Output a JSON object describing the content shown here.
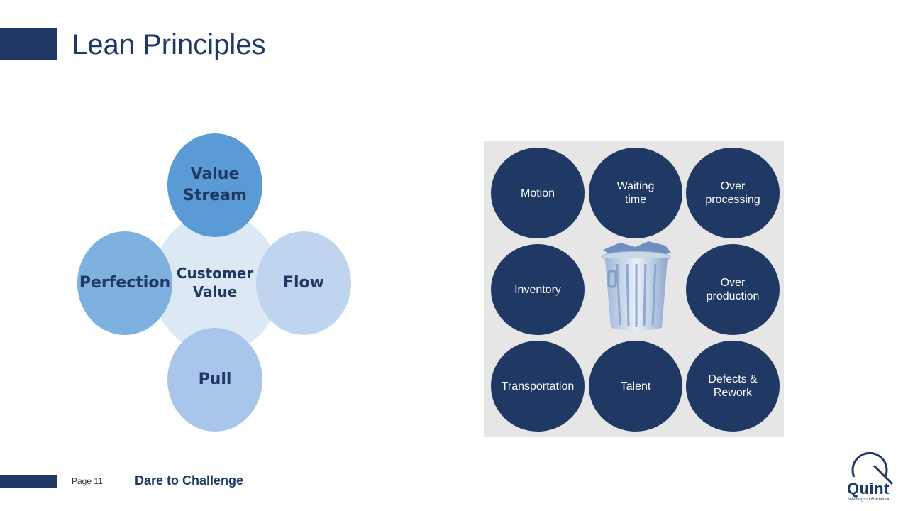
{
  "header": {
    "title": "Lean Principles"
  },
  "lean_diagram": {
    "center": "Customer\nValue",
    "top": "Value\nStream",
    "left": "Perfection",
    "right": "Flow",
    "bottom": "Pull"
  },
  "waste_panel": {
    "items": [
      "Motion",
      "Waiting\ntime",
      "Over\nprocessing",
      "Inventory",
      "Over\nproduction",
      "Transportation",
      "Talent",
      "Defects &\nRework"
    ],
    "trash_icon": "trash-can-icon"
  },
  "footer": {
    "page": "Page 11",
    "tagline": "Dare to Challenge",
    "logo_name": "Quint",
    "logo_sub": "Wellington Redwood"
  },
  "colors": {
    "navy": "#1f3864",
    "blue_dark": "#5b9bd5",
    "blue_mid": "#7eb1df",
    "blue_light": "#bfd5ef",
    "blue_pull": "#a9c6ea",
    "panel_bg": "#e6e6e6"
  }
}
